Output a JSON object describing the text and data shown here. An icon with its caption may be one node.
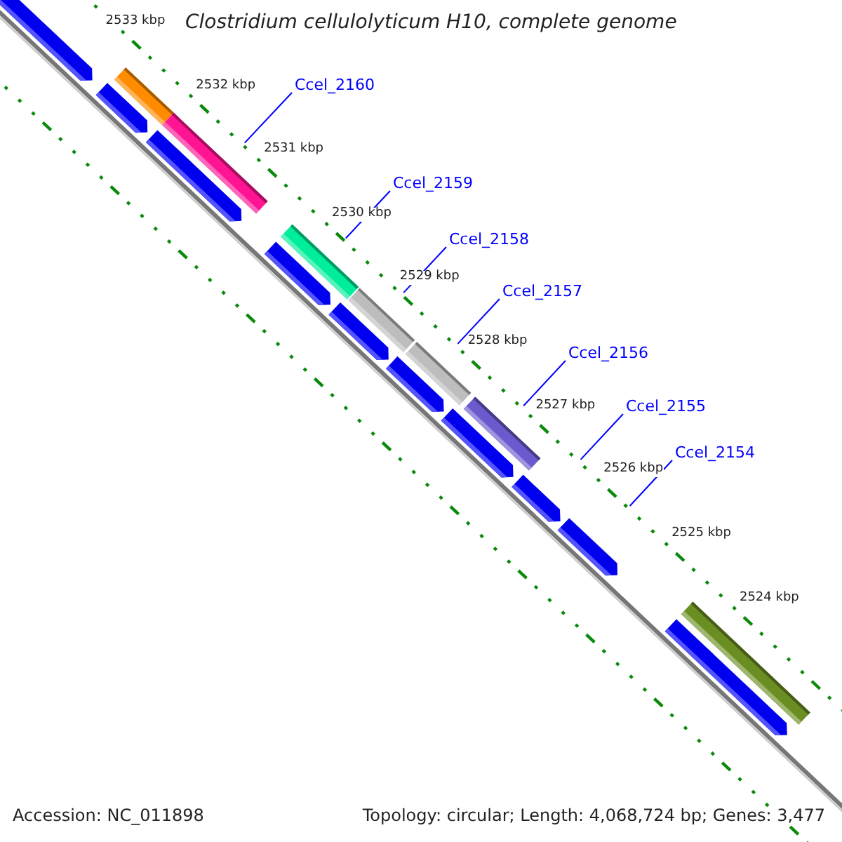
{
  "diagram": {
    "title": "Clostridium cellulolyticum H10, complete genome",
    "nodes": [
      {
        "text": [
          "Ccel_2160"
        ]
      },
      {
        "text": [
          "Ccel_2159"
        ]
      },
      {
        "text": [
          "Ccel_2158"
        ]
      },
      {
        "text": [
          "Ccel_2157"
        ]
      },
      {
        "text": [
          "Ccel_2156"
        ]
      },
      {
        "text": [
          "Ccel_2155"
        ]
      },
      {
        "text": [
          "Ccel_2154"
        ]
      },
      {
        "text": [],
        "shape": "bar"
      },
      {
        "text": [],
        "shape": "bar"
      },
      {
        "text": [],
        "shape": "bar"
      },
      {
        "text": [],
        "shape": "bar"
      },
      {
        "text": [],
        "shape": "bar"
      },
      {
        "text": [],
        "shape": "bar"
      },
      {
        "text": [],
        "shape": "bar"
      },
      {
        "text": [],
        "shape": "pentagon"
      },
      {
        "text": [],
        "shape": "pentagon"
      },
      {
        "text": [],
        "shape": "pentagon"
      },
      {
        "text": [],
        "shape": "pentagon"
      },
      {
        "text": [],
        "shape": "pentagon"
      },
      {
        "text": [],
        "shape": "pentagon"
      },
      {
        "text": [],
        "shape": "pentagon"
      },
      {
        "text": [],
        "shape": "pentagon"
      },
      {
        "text": [],
        "shape": "pentagon"
      },
      {
        "text": [],
        "shape": "pentagon"
      }
    ],
    "edges": [
      {
        "from": 0,
        "to": 8,
        "arrow": "none"
      },
      {
        "from": 1,
        "to": 9,
        "arrow": "none"
      },
      {
        "from": 2,
        "to": 10,
        "arrow": "none"
      },
      {
        "from": 3,
        "to": 11,
        "arrow": "none"
      },
      {
        "from": 4,
        "to": 12,
        "arrow": "none"
      },
      {
        "from": 5,
        "to": null,
        "arrow": "none"
      },
      {
        "from": 6,
        "to": null,
        "arrow": "none"
      }
    ],
    "labels": [
      "2533 kbp",
      "2532 kbp",
      "2531 kbp",
      "2530 kbp",
      "2529 kbp",
      "2528 kbp",
      "2527 kbp",
      "2526 kbp",
      "2525 kbp",
      "2524 kbp",
      "Accession: NC_011898",
      "Topology: circular; Length: 4,068,724 bp; Genes: 3,477"
    ]
  }
}
